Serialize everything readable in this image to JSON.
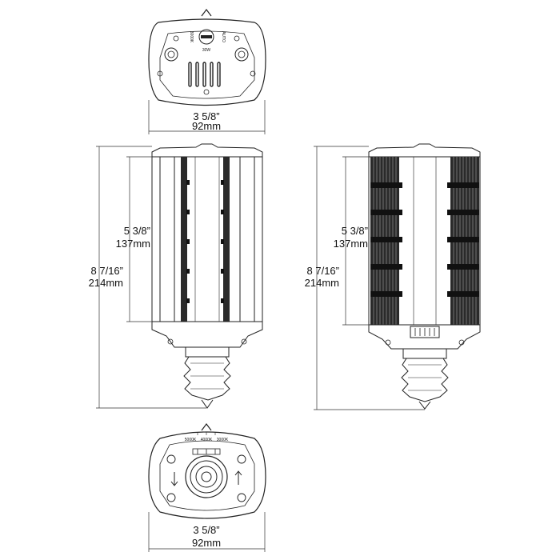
{
  "top_view": {
    "wattage_label": "30W",
    "side_left": "3000K",
    "side_right": "AUTO",
    "width_in": "3  5/8”",
    "width_mm": "92mm"
  },
  "side_view_left": {
    "body_height_in": "5  3/8”",
    "body_height_mm": "137mm",
    "total_height_in": "8  7/16”",
    "total_height_mm": "214mm"
  },
  "side_view_right": {
    "body_height_in": "5  3/8”",
    "body_height_mm": "137mm",
    "total_height_in": "8  7/16”",
    "total_height_mm": "214mm"
  },
  "bottom_view": {
    "cct_options": [
      "5000K",
      "4000K",
      "3000K"
    ],
    "width_in": "3  5/8”",
    "width_mm": "92mm"
  }
}
